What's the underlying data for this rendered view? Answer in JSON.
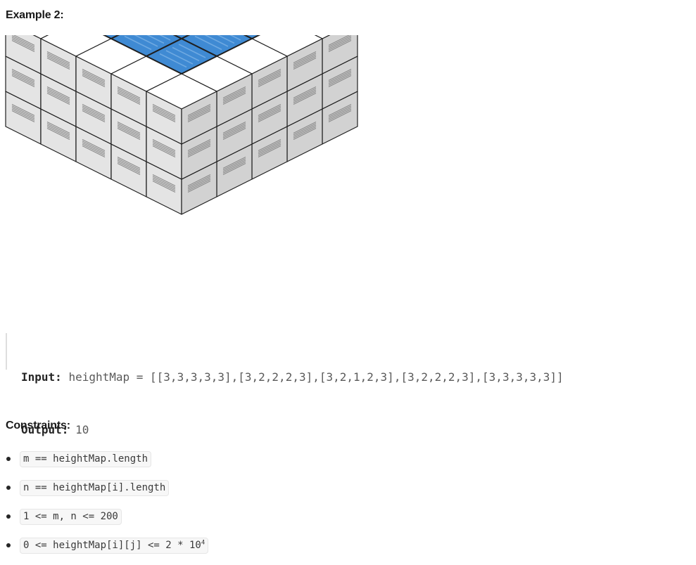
{
  "example_title": "Example 2:",
  "figure": {
    "grid": [
      [
        3,
        3,
        3,
        3,
        3
      ],
      [
        3,
        2,
        2,
        2,
        3
      ],
      [
        3,
        2,
        1,
        2,
        3
      ],
      [
        3,
        2,
        2,
        2,
        3
      ],
      [
        3,
        3,
        3,
        3,
        3
      ]
    ],
    "water_level": 3,
    "colors": {
      "top": "#ffffff",
      "left_face": "#e4e4e4",
      "right_face": "#d2d2d2",
      "water": "#3f8ad3",
      "water_dark": "#2f74bd",
      "water_stripe": "#7eb4e6",
      "edge": "#1f1f1f",
      "vent": "#8a8a8a"
    }
  },
  "example": {
    "input_label": "Input:",
    "input_value": "heightMap = [[3,3,3,3,3],[3,2,2,2,3],[3,2,1,2,3],[3,2,2,2,3],[3,3,3,3,3]]",
    "output_label": "Output:",
    "output_value": "10"
  },
  "constraints_title": "Constraints:",
  "constraints": [
    {
      "text": "m == heightMap.length"
    },
    {
      "text": "n == heightMap[i].length"
    },
    {
      "text": "1 <= m, n <= 200"
    },
    {
      "text": "0 <= heightMap[i][j] <= 2 * 10",
      "sup": "4"
    }
  ]
}
